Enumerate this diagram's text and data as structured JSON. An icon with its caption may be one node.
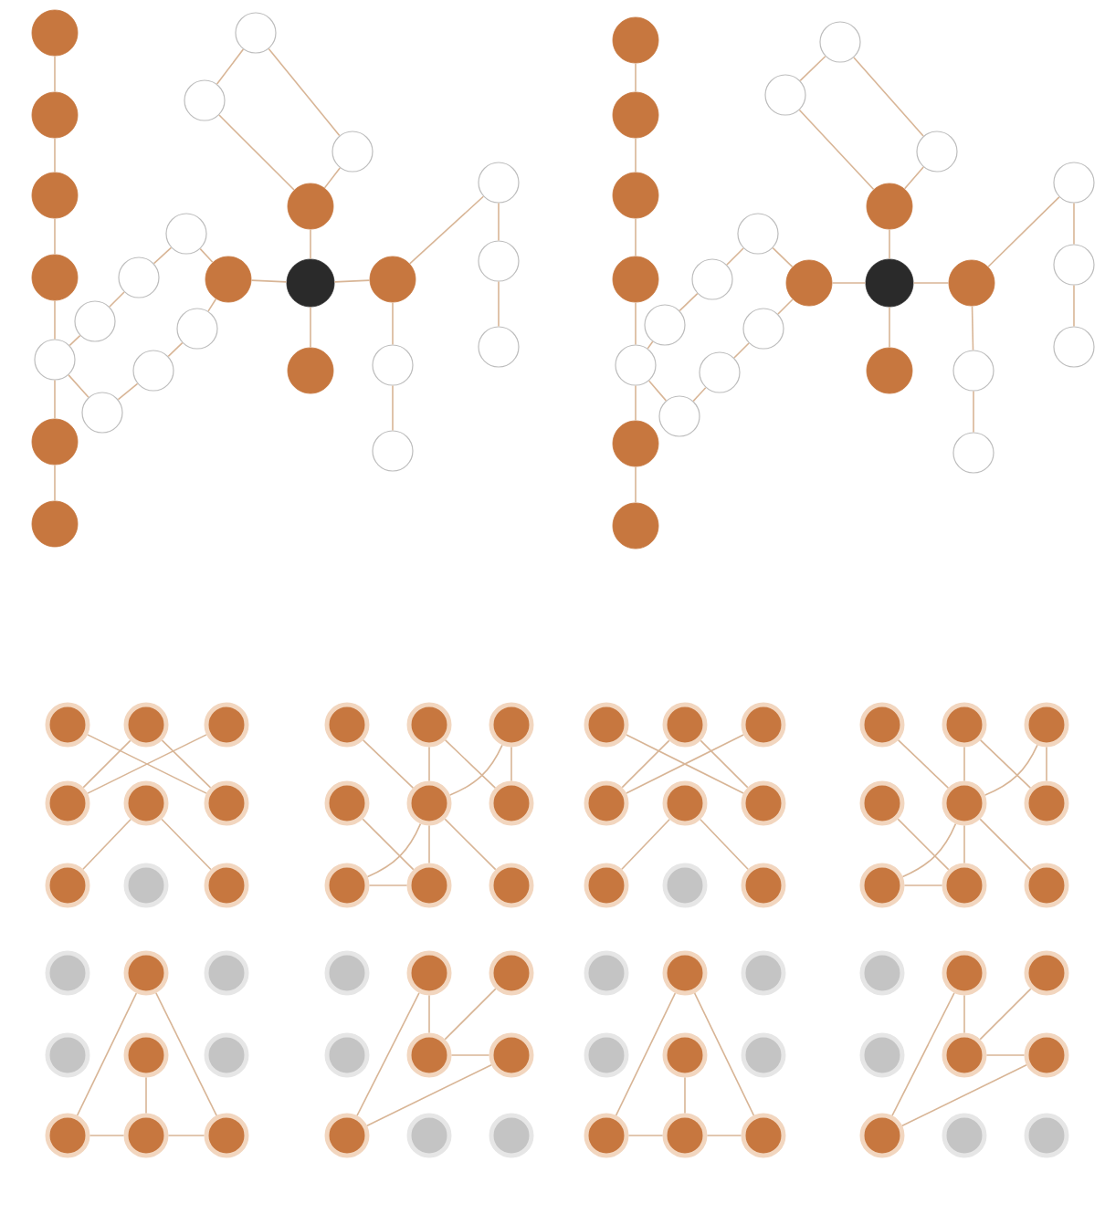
{
  "diagram": {
    "nodes": [
      {
        "text": [],
        "shape": "circle"
      },
      {
        "text": [],
        "shape": "circle"
      },
      {
        "text": [],
        "shape": "circle"
      },
      {
        "text": [],
        "shape": "circle"
      },
      {
        "text": [],
        "shape": "circle"
      },
      {
        "text": [],
        "shape": "circle"
      },
      {
        "text": [],
        "shape": "circle"
      },
      {
        "text": [],
        "shape": "circle"
      },
      {
        "text": [],
        "shape": "circle"
      },
      {
        "text": [],
        "shape": "circle"
      },
      {
        "text": [],
        "shape": "circle"
      },
      {
        "text": [],
        "shape": "circle"
      },
      {
        "text": [],
        "shape": "circle"
      },
      {
        "text": [],
        "shape": "circle"
      },
      {
        "text": [],
        "shape": "circle"
      },
      {
        "text": [],
        "shape": "circle"
      },
      {
        "text": [],
        "shape": "circle"
      },
      {
        "text": [],
        "shape": "circle"
      },
      {
        "text": [],
        "shape": "circle"
      },
      {
        "text": [],
        "shape": "circle"
      },
      {
        "text": [],
        "shape": "circle"
      },
      {
        "text": [],
        "shape": "circle"
      },
      {
        "text": [],
        "shape": "circle"
      },
      {
        "text": [],
        "shape": "circle"
      },
      {
        "text": [],
        "shape": "circle"
      },
      {
        "text": [],
        "shape": "circle"
      },
      {
        "text": [],
        "shape": "circle"
      },
      {
        "text": [],
        "shape": "circle"
      },
      {
        "text": [],
        "shape": "circle"
      },
      {
        "text": [],
        "shape": "circle"
      },
      {
        "text": [],
        "shape": "circle"
      },
      {
        "text": [],
        "shape": "circle"
      },
      {
        "text": [],
        "shape": "circle"
      },
      {
        "text": [],
        "shape": "circle"
      },
      {
        "text": [],
        "shape": "circle"
      },
      {
        "text": [],
        "shape": "circle"
      },
      {
        "text": [],
        "shape": "circle"
      },
      {
        "text": [],
        "shape": "circle"
      },
      {
        "text": [],
        "shape": "circle"
      },
      {
        "text": [],
        "shape": "circle"
      },
      {
        "text": [],
        "shape": "circle"
      },
      {
        "text": [],
        "shape": "circle"
      },
      {
        "text": [],
        "shape": "circle"
      },
      {
        "text": [],
        "shape": "circle"
      },
      {
        "text": [],
        "shape": "circle"
      },
      {
        "text": [],
        "shape": "circle"
      },
      {
        "text": [],
        "shape": "circle"
      },
      {
        "text": [],
        "shape": "circle"
      },
      {
        "text": [],
        "shape": "circle"
      },
      {
        "text": [],
        "shape": "circle"
      },
      {
        "text": [],
        "shape": "circle"
      },
      {
        "text": [],
        "shape": "circle"
      },
      {
        "text": [],
        "shape": "circle"
      },
      {
        "text": [],
        "shape": "circle"
      },
      {
        "text": [],
        "shape": "circle"
      },
      {
        "text": [],
        "shape": "circle"
      },
      {
        "text": [],
        "shape": "circle"
      },
      {
        "text": [],
        "shape": "circle"
      },
      {
        "text": [],
        "shape": "circle"
      },
      {
        "text": [],
        "shape": "circle"
      },
      {
        "text": [],
        "shape": "circle"
      },
      {
        "text": [],
        "shape": "circle"
      },
      {
        "text": [],
        "shape": "circle"
      },
      {
        "text": [],
        "shape": "circle"
      },
      {
        "text": [],
        "shape": "circle"
      },
      {
        "text": [],
        "shape": "circle"
      },
      {
        "text": [],
        "shape": "circle"
      },
      {
        "text": [],
        "shape": "circle"
      },
      {
        "text": [],
        "shape": "circle"
      },
      {
        "text": [],
        "shape": "circle"
      },
      {
        "text": [],
        "shape": "circle"
      },
      {
        "text": [],
        "shape": "circle"
      },
      {
        "text": [],
        "shape": "circle"
      },
      {
        "text": [],
        "shape": "circle"
      },
      {
        "text": [],
        "shape": "circle"
      },
      {
        "text": [],
        "shape": "circle"
      },
      {
        "text": [],
        "shape": "circle"
      },
      {
        "text": [],
        "shape": "circle"
      },
      {
        "text": [],
        "shape": "circle"
      },
      {
        "text": [],
        "shape": "circle"
      },
      {
        "text": [],
        "shape": "circle"
      },
      {
        "text": [],
        "shape": "circle"
      },
      {
        "text": [],
        "shape": "circle"
      },
      {
        "text": [],
        "shape": "circle"
      },
      {
        "text": [],
        "shape": "circle"
      },
      {
        "text": [],
        "shape": "circle"
      },
      {
        "text": [],
        "shape": "circle"
      },
      {
        "text": [],
        "shape": "circle"
      },
      {
        "text": [],
        "shape": "circle"
      },
      {
        "text": [],
        "shape": "circle"
      },
      {
        "text": [],
        "shape": "circle"
      },
      {
        "text": [],
        "shape": "circle"
      },
      {
        "text": [],
        "shape": "circle"
      },
      {
        "text": [],
        "shape": "circle"
      },
      {
        "text": [],
        "shape": "circle"
      },
      {
        "text": [],
        "shape": "circle"
      },
      {
        "text": [],
        "shape": "circle"
      },
      {
        "text": [],
        "shape": "circle"
      },
      {
        "text": [],
        "shape": "circle"
      },
      {
        "text": [],
        "shape": "circle"
      },
      {
        "text": [],
        "shape": "circle"
      },
      {
        "text": [],
        "shape": "circle"
      },
      {
        "text": [],
        "shape": "circle"
      },
      {
        "text": [],
        "shape": "circle"
      },
      {
        "text": [],
        "shape": "circle"
      },
      {
        "text": [],
        "shape": "circle"
      },
      {
        "text": [],
        "shape": "circle"
      },
      {
        "text": [],
        "shape": "circle"
      },
      {
        "text": [],
        "shape": "circle"
      },
      {
        "text": [],
        "shape": "circle"
      },
      {
        "text": [],
        "shape": "circle"
      },
      {
        "text": [],
        "shape": "circle"
      },
      {
        "text": [],
        "shape": "circle"
      },
      {
        "text": [],
        "shape": "circle"
      },
      {
        "text": [],
        "shape": "circle"
      },
      {
        "text": [],
        "shape": "circle"
      },
      {
        "text": [],
        "shape": "circle"
      },
      {
        "text": [],
        "shape": "circle"
      },
      {
        "text": [],
        "shape": "circle"
      },
      {
        "text": [],
        "shape": "circle"
      },
      {
        "text": [],
        "shape": "circle"
      },
      {
        "text": [],
        "shape": "circle"
      },
      {
        "text": [],
        "shape": "circle"
      },
      {
        "text": [],
        "shape": "circle"
      }
    ],
    "edges": [
      {
        "from": 0,
        "to": 1,
        "arrow": "none"
      },
      {
        "from": 1,
        "to": 2,
        "arrow": "none"
      },
      {
        "from": 2,
        "to": 3,
        "arrow": "none"
      },
      {
        "from": 3,
        "to": 4,
        "arrow": "none"
      },
      {
        "from": 4,
        "to": 5,
        "arrow": "none"
      },
      {
        "from": 5,
        "to": 6,
        "arrow": "none"
      },
      {
        "from": 7,
        "to": 8,
        "arrow": "none"
      },
      {
        "from": 7,
        "to": 9,
        "arrow": "none"
      },
      {
        "from": 7,
        "to": 10,
        "arrow": "none"
      },
      {
        "from": 7,
        "to": 11,
        "arrow": "none"
      },
      {
        "from": 9,
        "to": 13,
        "arrow": "none"
      },
      {
        "from": 13,
        "to": 12,
        "arrow": "none"
      },
      {
        "from": 12,
        "to": 14,
        "arrow": "none"
      },
      {
        "from": 14,
        "to": 9,
        "arrow": "none"
      },
      {
        "from": 11,
        "to": 15,
        "arrow": "none"
      },
      {
        "from": 15,
        "to": 16,
        "arrow": "none"
      },
      {
        "from": 16,
        "to": 17,
        "arrow": "none"
      },
      {
        "from": 11,
        "to": 18,
        "arrow": "none"
      },
      {
        "from": 18,
        "to": 19,
        "arrow": "none"
      },
      {
        "from": 8,
        "to": 20,
        "arrow": "none"
      },
      {
        "from": 20,
        "to": 21,
        "arrow": "none"
      },
      {
        "from": 21,
        "to": 22,
        "arrow": "none"
      },
      {
        "from": 22,
        "to": 4,
        "arrow": "none"
      },
      {
        "from": 8,
        "to": 23,
        "arrow": "none"
      },
      {
        "from": 23,
        "to": 24,
        "arrow": "none"
      },
      {
        "from": 24,
        "to": 25,
        "arrow": "none"
      },
      {
        "from": 25,
        "to": 4,
        "arrow": "none"
      },
      {
        "from": 26,
        "to": 27,
        "arrow": "none"
      },
      {
        "from": 27,
        "to": 28,
        "arrow": "none"
      },
      {
        "from": 28,
        "to": 29,
        "arrow": "none"
      },
      {
        "from": 29,
        "to": 30,
        "arrow": "none"
      },
      {
        "from": 30,
        "to": 31,
        "arrow": "none"
      },
      {
        "from": 31,
        "to": 32,
        "arrow": "none"
      },
      {
        "from": 33,
        "to": 34,
        "arrow": "none"
      },
      {
        "from": 33,
        "to": 35,
        "arrow": "none"
      },
      {
        "from": 33,
        "to": 36,
        "arrow": "none"
      },
      {
        "from": 33,
        "to": 37,
        "arrow": "none"
      },
      {
        "from": 35,
        "to": 39,
        "arrow": "none"
      },
      {
        "from": 39,
        "to": 38,
        "arrow": "none"
      },
      {
        "from": 38,
        "to": 40,
        "arrow": "none"
      },
      {
        "from": 40,
        "to": 35,
        "arrow": "none"
      },
      {
        "from": 37,
        "to": 41,
        "arrow": "none"
      },
      {
        "from": 41,
        "to": 42,
        "arrow": "none"
      },
      {
        "from": 42,
        "to": 43,
        "arrow": "none"
      },
      {
        "from": 37,
        "to": 44,
        "arrow": "none"
      },
      {
        "from": 44,
        "to": 45,
        "arrow": "none"
      },
      {
        "from": 34,
        "to": 46,
        "arrow": "none"
      },
      {
        "from": 46,
        "to": 47,
        "arrow": "none"
      },
      {
        "from": 47,
        "to": 48,
        "arrow": "none"
      },
      {
        "from": 48,
        "to": 30,
        "arrow": "none"
      },
      {
        "from": 34,
        "to": 49,
        "arrow": "none"
      },
      {
        "from": 49,
        "to": 50,
        "arrow": "none"
      },
      {
        "from": 50,
        "to": 51,
        "arrow": "none"
      },
      {
        "from": 51,
        "to": 30,
        "arrow": "none"
      },
      {
        "from": 52,
        "to": 57,
        "arrow": "none"
      },
      {
        "from": 53,
        "to": 55,
        "arrow": "none"
      },
      {
        "from": 54,
        "to": 55,
        "arrow": "none"
      },
      {
        "from": 53,
        "to": 57,
        "arrow": "none"
      },
      {
        "from": 56,
        "to": 58,
        "arrow": "none"
      },
      {
        "from": 56,
        "to": 60,
        "arrow": "none"
      },
      {
        "from": 61,
        "to": 65,
        "arrow": "none"
      },
      {
        "from": 62,
        "to": 65,
        "arrow": "none"
      },
      {
        "from": 62,
        "to": 66,
        "arrow": "none"
      },
      {
        "from": 63,
        "to": 65,
        "arrow": "none"
      },
      {
        "from": 63,
        "to": 66,
        "arrow": "none"
      },
      {
        "from": 65,
        "to": 67,
        "arrow": "none"
      },
      {
        "from": 64,
        "to": 68,
        "arrow": "none"
      },
      {
        "from": 65,
        "to": 68,
        "arrow": "none"
      },
      {
        "from": 65,
        "to": 69,
        "arrow": "none"
      },
      {
        "from": 67,
        "to": 68,
        "arrow": "none"
      },
      {
        "from": 70,
        "to": 75,
        "arrow": "none"
      },
      {
        "from": 71,
        "to": 73,
        "arrow": "none"
      },
      {
        "from": 72,
        "to": 73,
        "arrow": "none"
      },
      {
        "from": 71,
        "to": 75,
        "arrow": "none"
      },
      {
        "from": 74,
        "to": 76,
        "arrow": "none"
      },
      {
        "from": 74,
        "to": 78,
        "arrow": "none"
      },
      {
        "from": 79,
        "to": 83,
        "arrow": "none"
      },
      {
        "from": 80,
        "to": 83,
        "arrow": "none"
      },
      {
        "from": 80,
        "to": 84,
        "arrow": "none"
      },
      {
        "from": 81,
        "to": 83,
        "arrow": "none"
      },
      {
        "from": 81,
        "to": 84,
        "arrow": "none"
      },
      {
        "from": 83,
        "to": 85,
        "arrow": "none"
      },
      {
        "from": 82,
        "to": 86,
        "arrow": "none"
      },
      {
        "from": 83,
        "to": 86,
        "arrow": "none"
      },
      {
        "from": 83,
        "to": 87,
        "arrow": "none"
      },
      {
        "from": 85,
        "to": 86,
        "arrow": "none"
      },
      {
        "from": 89,
        "to": 94,
        "arrow": "none"
      },
      {
        "from": 89,
        "to": 96,
        "arrow": "none"
      },
      {
        "from": 92,
        "to": 95,
        "arrow": "none"
      },
      {
        "from": 94,
        "to": 95,
        "arrow": "none"
      },
      {
        "from": 95,
        "to": 96,
        "arrow": "none"
      },
      {
        "from": 98,
        "to": 103,
        "arrow": "none"
      },
      {
        "from": 98,
        "to": 101,
        "arrow": "none"
      },
      {
        "from": 99,
        "to": 101,
        "arrow": "none"
      },
      {
        "from": 101,
        "to": 102,
        "arrow": "none"
      },
      {
        "from": 103,
        "to": 102,
        "arrow": "none"
      },
      {
        "from": 107,
        "to": 112,
        "arrow": "none"
      },
      {
        "from": 107,
        "to": 114,
        "arrow": "none"
      },
      {
        "from": 110,
        "to": 113,
        "arrow": "none"
      },
      {
        "from": 112,
        "to": 113,
        "arrow": "none"
      },
      {
        "from": 113,
        "to": 114,
        "arrow": "none"
      },
      {
        "from": 116,
        "to": 121,
        "arrow": "none"
      },
      {
        "from": 116,
        "to": 119,
        "arrow": "none"
      },
      {
        "from": 117,
        "to": 119,
        "arrow": "none"
      },
      {
        "from": 119,
        "to": 120,
        "arrow": "none"
      },
      {
        "from": 121,
        "to": 120,
        "arrow": "none"
      }
    ]
  }
}
